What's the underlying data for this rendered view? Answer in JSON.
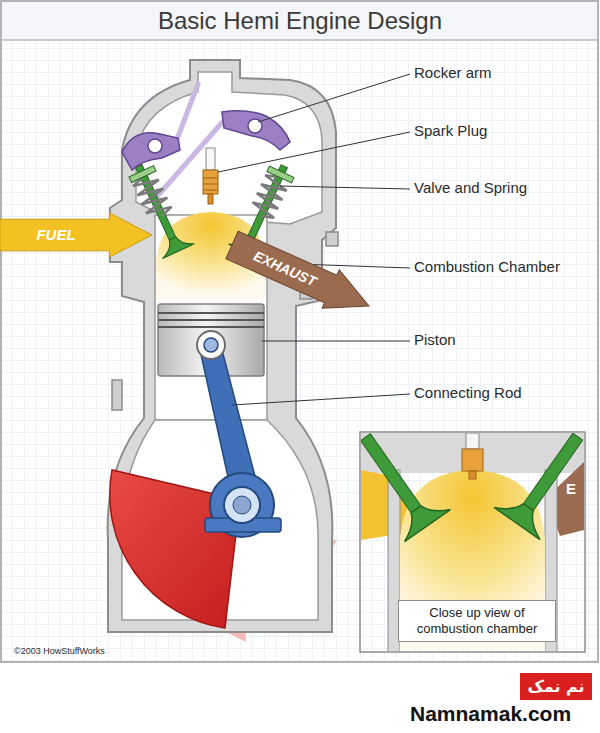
{
  "diagram": {
    "title": "Basic Hemi Engine Design",
    "nodes": [
      {
        "text": [
          "FUEL"
        ]
      },
      {
        "text": [
          "EXHAUST"
        ]
      },
      {
        "text": [
          "Close up view of combustion chamber"
        ]
      },
      {
        "text": [
          "نم نمک"
        ]
      }
    ],
    "labels": [
      "Rocker arm",
      "Spark Plug",
      "Valve and Spring",
      "Combustion Chamber",
      "Piston",
      "Connecting Rod",
      "E",
      "©2003 HowStuffWorks",
      "Namnamak.com"
    ]
  }
}
